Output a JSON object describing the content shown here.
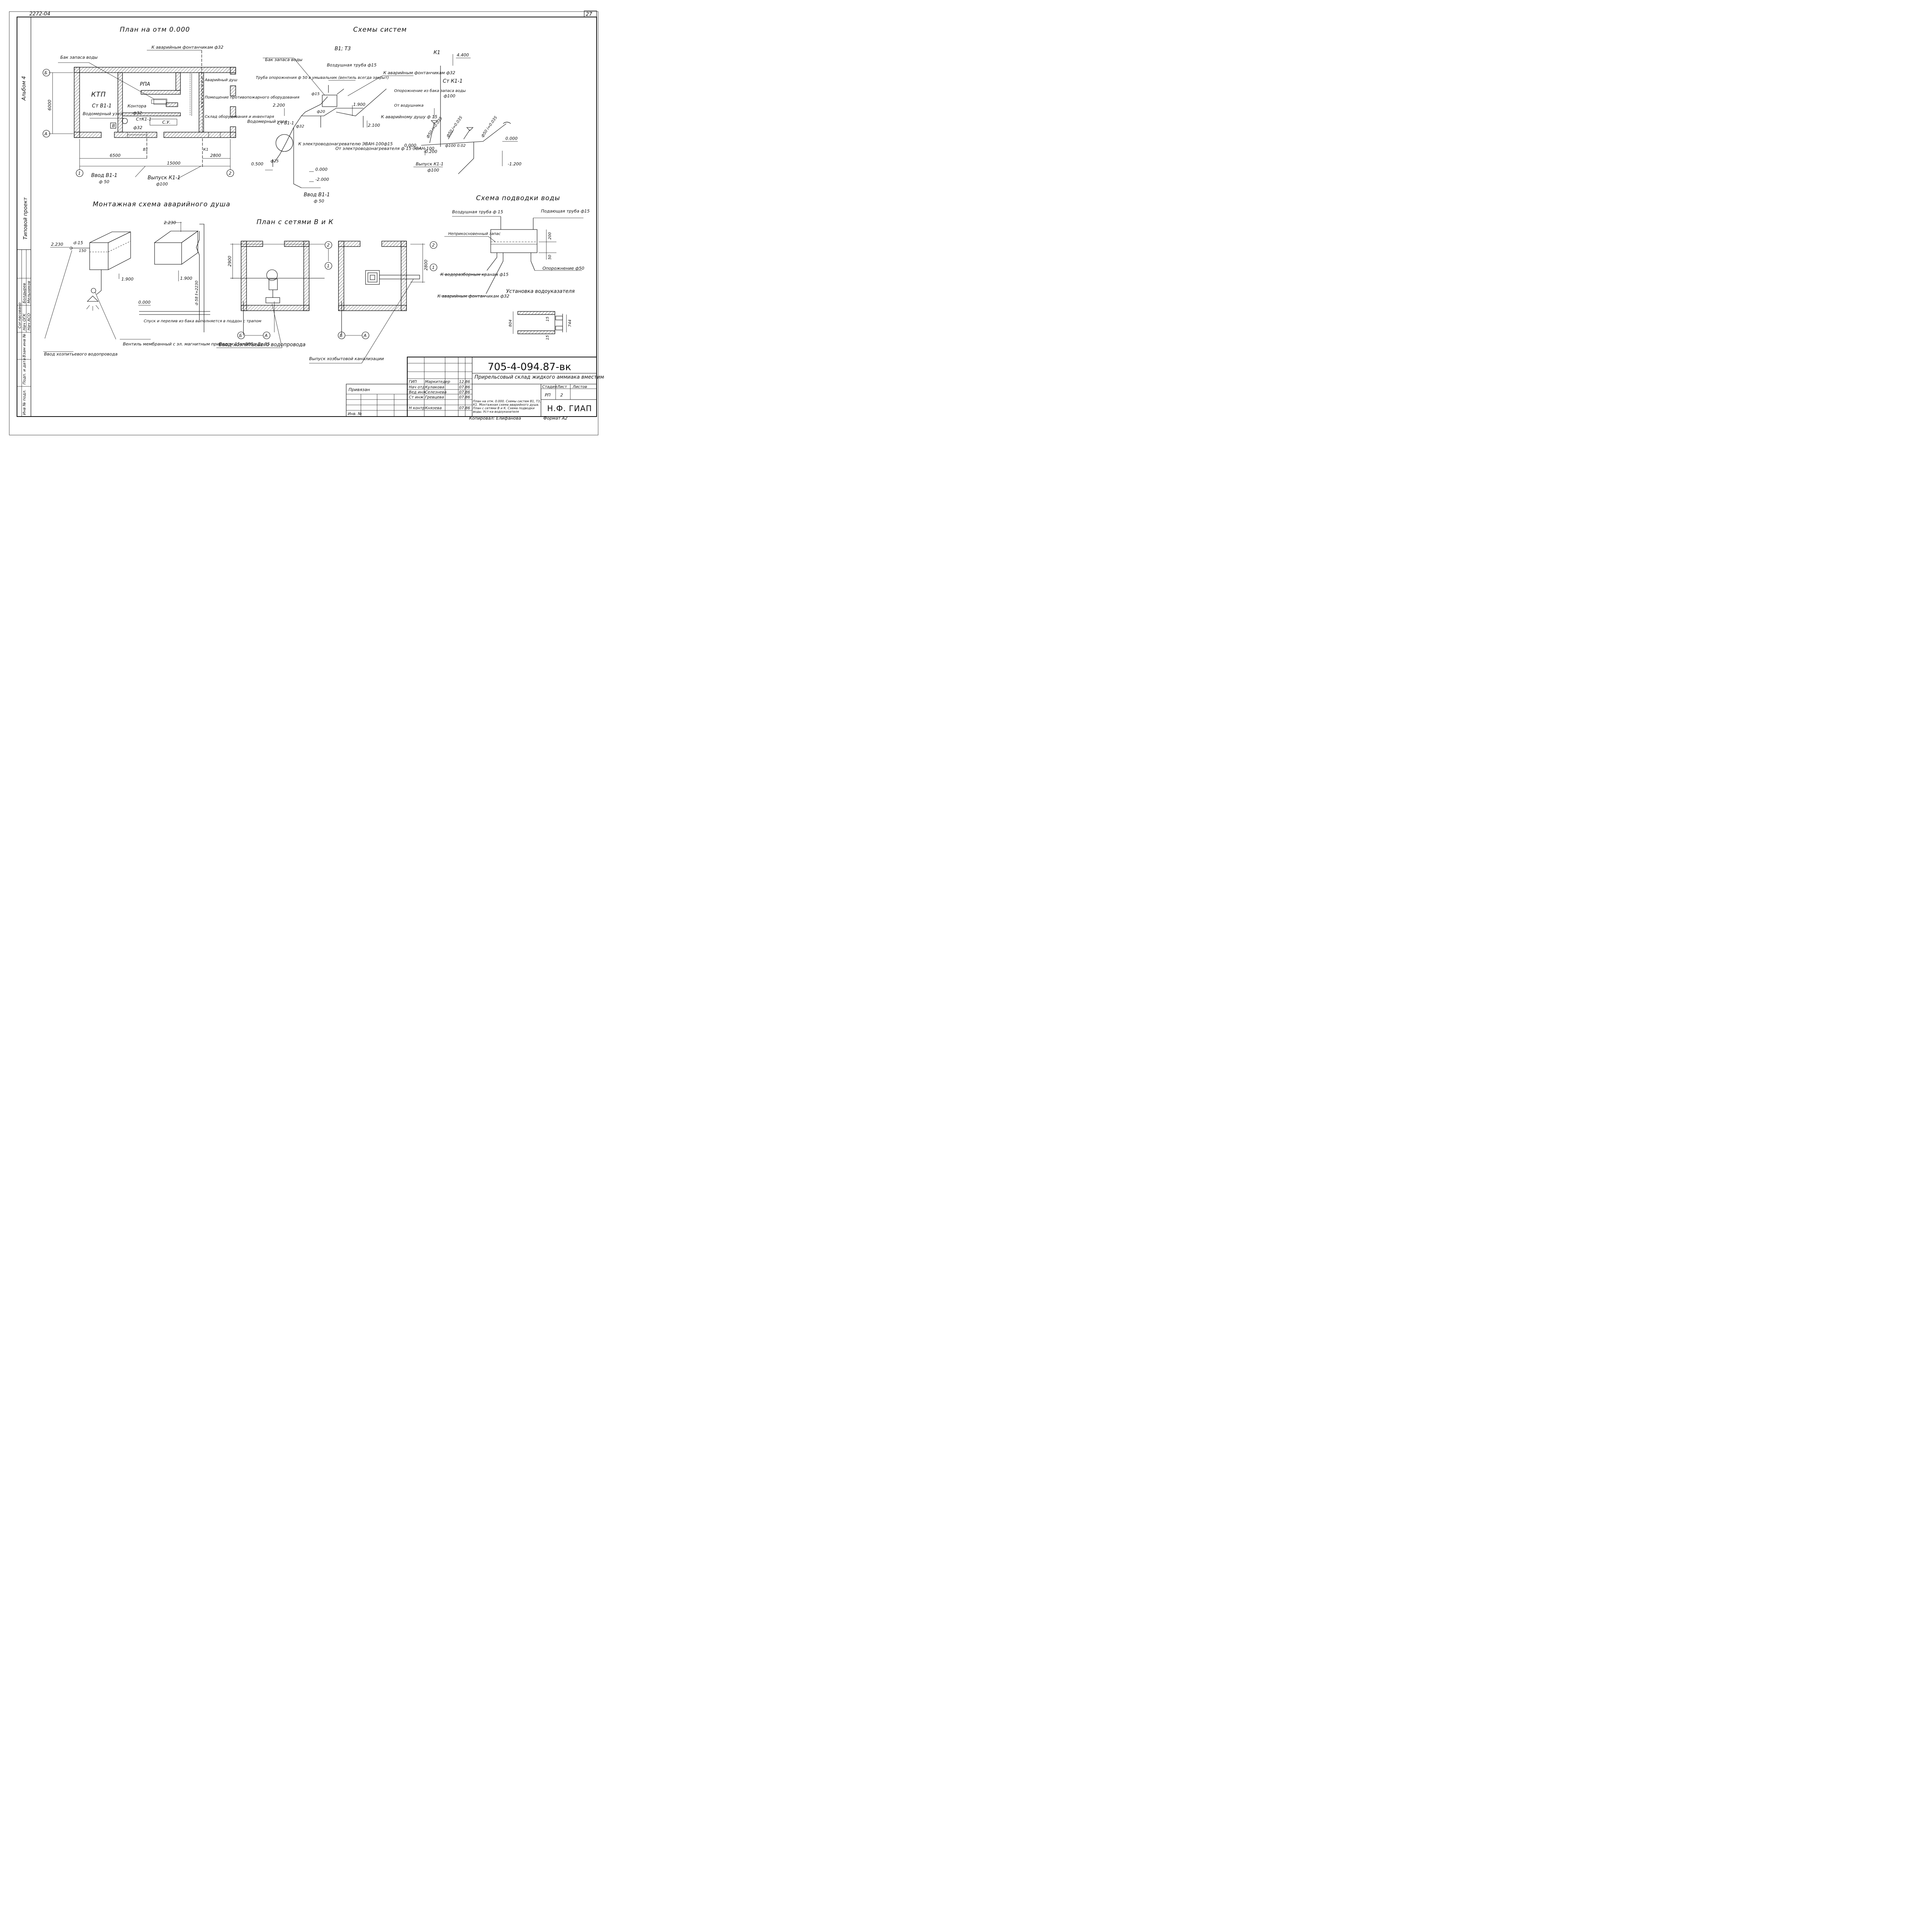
{
  "sheet": {
    "corner_code": "2272-04",
    "sheet_number": "27",
    "album": "Альбом 4",
    "project_type": "Типовой проект"
  },
  "left_stamp": {
    "agreed_label": "Согласовано",
    "rows": [
      {
        "post": "Нач ОГК",
        "name": "Болдырев",
        "date": ""
      },
      {
        "post": "Нач АСО",
        "name": "Мельников",
        "date": ""
      }
    ],
    "fields": [
      "Взам инв №",
      "Подп. и дата",
      "Инв № подл."
    ]
  },
  "plan": {
    "title": "План на отм 0.000",
    "labels": {
      "tank": "Бак запаса воды",
      "emergency_fountains": "К аварийным фонтанчикам ф32",
      "ktp": "КТП",
      "rpa": "РПА",
      "st_b1": "Ст В1-1",
      "water_node": "Водомерный узел",
      "b_mark": "В",
      "st_k1": "СтК1-1",
      "d32a": "ф32",
      "d32b": "ф32",
      "control": "Контора",
      "su": "С.У.",
      "emergency_shower": "Аварийный душ",
      "fire_room": "Помещение противопожарного оборудования",
      "warehouse": "Склад оборудования и инвентаря",
      "dim_6000": "6000",
      "dim_6500": "6500",
      "dim_15000": "15000",
      "dim_2800": "2800",
      "axis_a": "А",
      "axis_b": "Б",
      "axis_1": "1",
      "axis_2": "2",
      "input_b1": "Ввод В1-1",
      "input_b1_d": "ф 50",
      "outlet_k1": "Выпуск К1-1",
      "outlet_k1_d": "ф100",
      "riser_b1": "В1",
      "riser_k1": "К1"
    }
  },
  "schemes": {
    "title": "Схемы систем",
    "b1_title": "В1; Т3",
    "k1_title": "К1",
    "b1_labels": {
      "tank": "Бак запаса воды",
      "air_pipe": "Воздушная труба ф15",
      "drain_pipe": "Труба опорожнения ф 50 в умывальник (вентиль всегда закрыт)",
      "fountains": "К аварийным фонтанчикам ф32",
      "shower": "К аварийному душу ф 15",
      "lvl_2200": "2.200",
      "lvl_1900": "1.900",
      "lvl_2100": "2.100",
      "lvl_0500": "0.500",
      "lvl_0000": "0.000",
      "lvl_m2000": "-2.000",
      "water_node": "Водомерный узел",
      "st_b1": "Ст В1-1",
      "to_heater": "К электроводонагревателю ЭВАН-100ф15",
      "from_heater": "От электроводонагревателя ф 15 ЭВАН-100",
      "input_b1": "Ввод В1-1",
      "input_b1_d": "ф 50",
      "d15": "ф15",
      "d20": "ф20",
      "d32": "ф32",
      "d25": "ф25"
    },
    "k1_labels": {
      "lvl_4400": "4.400",
      "st_k1": "Ст К1-1",
      "d100": "ф100",
      "drain_tank": "Опорожнение из бака запаса воды",
      "from_washer": "От водушника",
      "lvl_0000": "0.000",
      "lvl_m0200": "-0.200",
      "lvl_m1200": "-1.200",
      "lvl_0000b": "0.000",
      "outlet": "Выпуск К1-1",
      "outlet_d": "ф100",
      "slope_1": "ф50 i=0.035",
      "slope_2": "ф50 i=0.035",
      "slope_3": "ф50 i=0.035",
      "d100_002": "ф100 0.02"
    }
  },
  "shower_scheme": {
    "title": "Монтажная схема аварийного душа",
    "labels": {
      "lvl_2230a": "2.230",
      "lvl_2230b": "2.230",
      "d15": "d-15",
      "dim_150": "150",
      "lvl_1900a": "1.900",
      "lvl_1900b": "1.900",
      "lvl_0000": "0.000",
      "d58": "d-58 ℓ=2230",
      "valve": "Вентиль мембранный с эл. магнитным приводом 15кч888р Ду 25",
      "input": "Ввод хозпитьевого водопровода",
      "drain_note": "Спуск и перелив из бака выполняется в поддон с трапом"
    }
  },
  "networks_plan": {
    "title": "План с сетями В и К",
    "labels": {
      "dim_2900": "2900",
      "dim_2800": "2800",
      "ax_2a": "2",
      "ax_1a": "1",
      "ax_2b": "2",
      "ax_1b": "1",
      "ax_ba": "Б",
      "ax_aa": "А",
      "ax_bb": "Б",
      "ax_ab": "А",
      "input": "Ввод хозпитьевого водопровода",
      "outlet": "Выпуск хозбытовой канализации"
    }
  },
  "water_supply": {
    "title": "Схема подводки воды",
    "labels": {
      "air_pipe": "Воздушная труба ф 15",
      "supply_pipe": "Подающая труба ф15",
      "reserve": "Неприкосновенный запас",
      "dim_200": "200",
      "dim_50": "50",
      "to_taps": "К водоразборным кранам ф15",
      "drain": "Опорожнение ф50",
      "to_fountains": "К аварийным фонтанчикам ф32"
    }
  },
  "indicator": {
    "title": "Установка водоуказателя",
    "labels": {
      "dim_804": "804",
      "dim_744": "744",
      "dim_15a": "15",
      "dim_15b": "15"
    }
  },
  "title_block": {
    "code": "705-4-094.87-вк",
    "object": "Прирельсовый склад жидкого аммиака вместимостью 500 тонн",
    "bound": "Привязан",
    "inv": "Инв. №",
    "roles": [
      {
        "post": "ГИП",
        "name": "Маркитедер",
        "date": "12.86"
      },
      {
        "post": "Нач отд",
        "name": "Кулакова",
        "date": "07.86"
      },
      {
        "post": "Вед инж",
        "name": "Селезнева",
        "date": "07.86"
      },
      {
        "post": "Ст инж",
        "name": "Гревцева",
        "date": "07.86"
      },
      {
        "post": "Н контр",
        "name": "Князева",
        "date": "07.86"
      }
    ],
    "stage_h": "Стадия",
    "sheet_h": "Лист",
    "sheets_h": "Листов",
    "stage": "РП",
    "sheet": "2",
    "description": "План на отм. 0.000. Схемы систем В1, Т3, К1. Монтажная схема аварийного душа. План с сетями В и К. Схема подводки воды. Уст-ка водоуказателя",
    "org": "Н.Ф. ГИАП",
    "copied": "Копировал: Елифанова",
    "format": "Формат А2"
  }
}
